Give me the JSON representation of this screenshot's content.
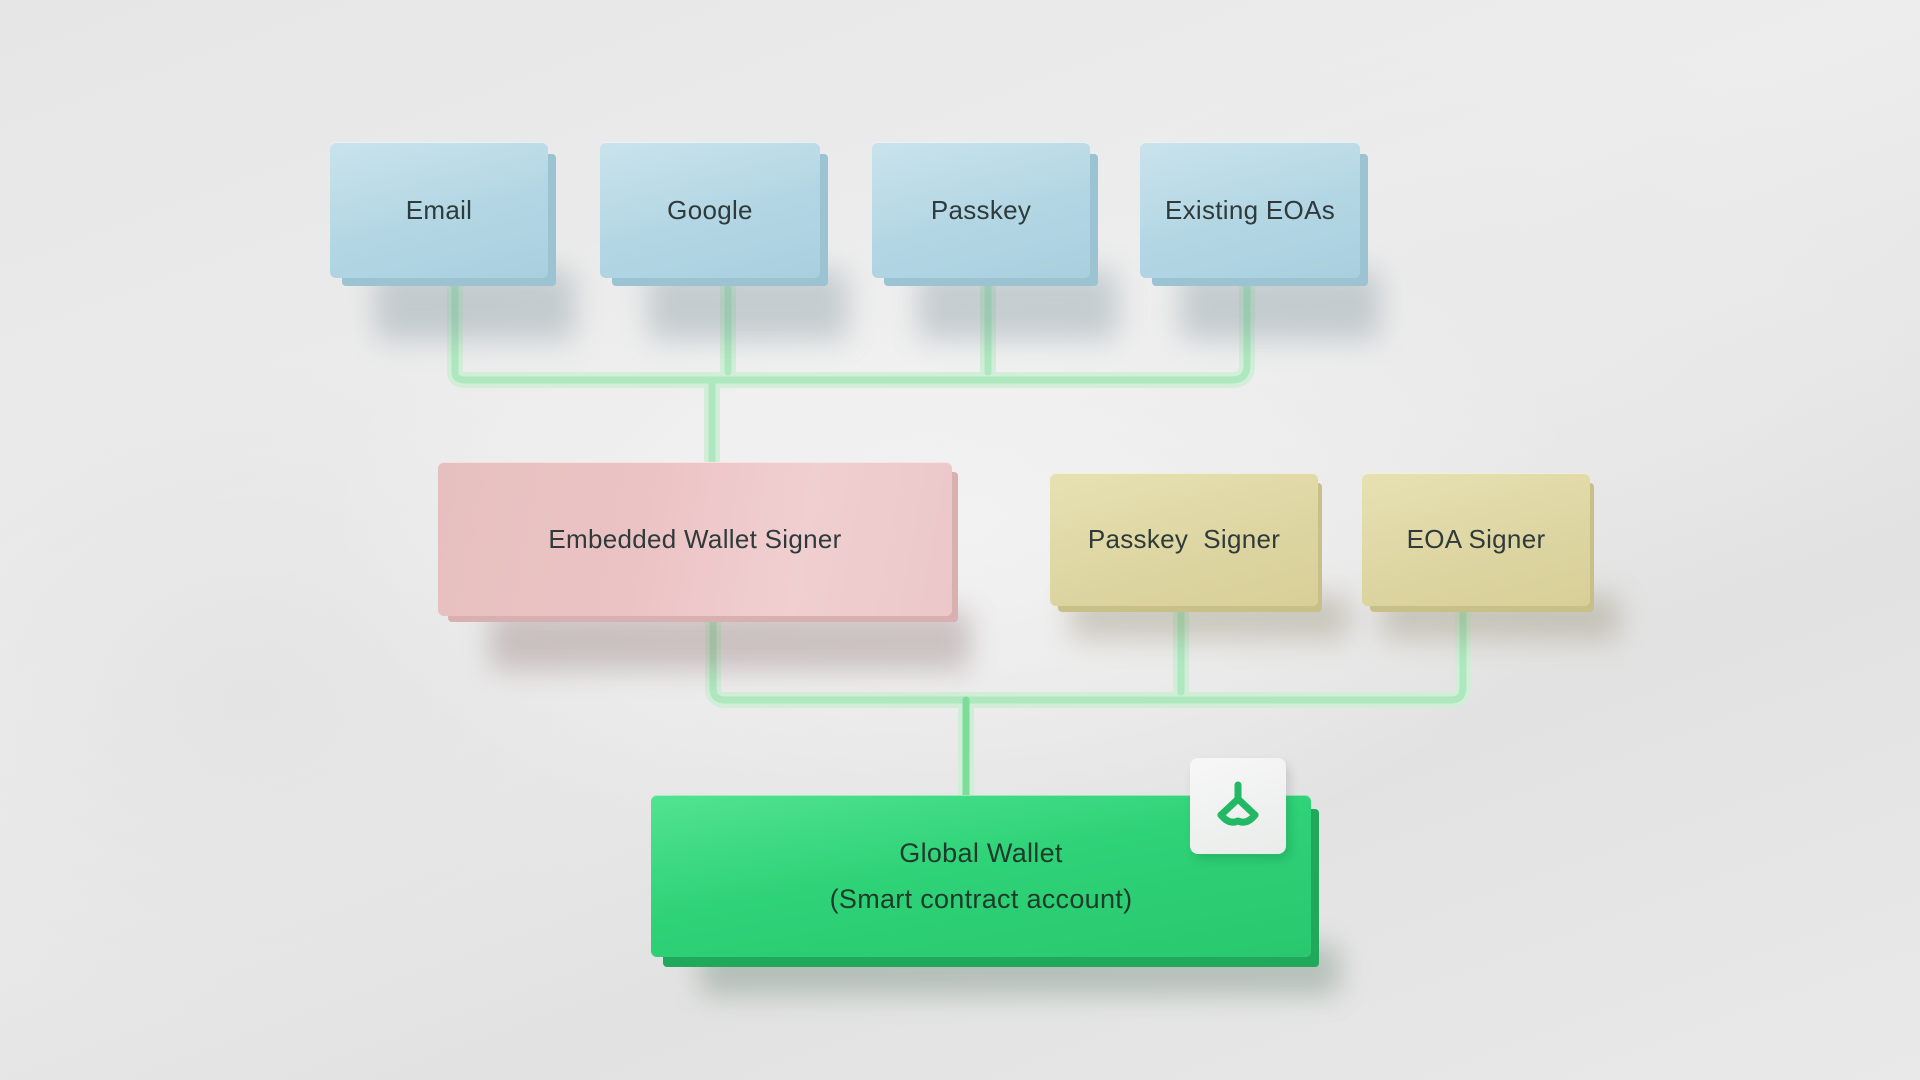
{
  "diagram": {
    "auth_methods": [
      {
        "label": "Email"
      },
      {
        "label": "Google"
      },
      {
        "label": "Passkey"
      },
      {
        "label": "Existing EOAs"
      }
    ],
    "signers": {
      "embedded": "Embedded Wallet Signer",
      "passkey": "Passkey  Signer",
      "eoa": "EOA Signer"
    },
    "global_wallet": {
      "title": "Global Wallet",
      "subtitle": "(Smart contract account)"
    },
    "logo_icon": "global-wallet-logo-icon"
  },
  "colors": {
    "auth_box": "#b3d6e4",
    "embedded_signer": "#ecc3c5",
    "other_signers": "#ddd5a1",
    "global_wallet": "#2ed277",
    "connector": "#a8e6b6",
    "logo": "#22b864"
  }
}
